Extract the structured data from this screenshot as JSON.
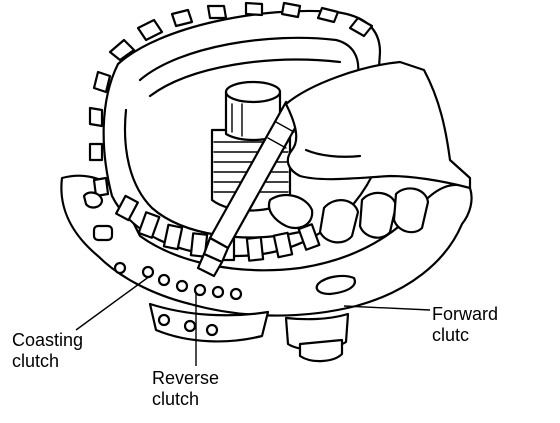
{
  "labels": {
    "coasting_line1": "Coasting",
    "coasting_line2": "clutch",
    "reverse_line1": "Reverse",
    "reverse_line2": "clutch",
    "forward_line1": "Forward",
    "forward_line2": "clutc"
  },
  "colors": {
    "ink": "#000000",
    "paper": "#ffffff"
  }
}
